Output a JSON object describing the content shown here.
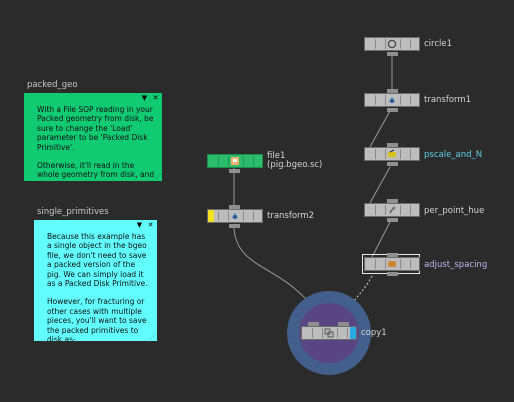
{
  "nodes": {
    "circle1": {
      "label": "circle1",
      "icon": "circle-icon"
    },
    "transform1": {
      "label": "transform1",
      "icon": "transform-icon"
    },
    "pscale_and_n": {
      "label": "pscale_and_N",
      "icon": "wrangle-icon"
    },
    "per_point_hue": {
      "label": "per_point_hue",
      "icon": "wrangle-icon"
    },
    "adjust_spacing": {
      "label": "adjust_spacing",
      "icon": "hda-icon"
    },
    "file1": {
      "label": "file1",
      "sublabel": "(pig.bgeo.sc)",
      "icon": "file-icon"
    },
    "transform2": {
      "label": "transform2",
      "icon": "transform-icon"
    },
    "copy1": {
      "label": "copy1",
      "icon": "copy-icon"
    }
  },
  "stickies": {
    "packed_geo": {
      "title": "packed_geo",
      "paragraph1": "With a File SOP reading in your Packed geometry from disk, be sure to change the 'Load' parameter to be 'Packed Disk Primitive'.",
      "paragraph2": "Otherwise, it'll read in the whole geometry from disk, and save..."
    },
    "single_primitives": {
      "title": "single_primitives",
      "paragraph1": "Because this example has a single object in the bgeo file, we don't need to save a packed version of the pig. We can simply load it as a Packed Disk Primitive.",
      "paragraph2": "However, for fracturing or other cases with multiple pieces, you'll want to save the packed primitives to disk as-..."
    }
  },
  "colors": {
    "background": "#2b2b2b",
    "node_body": "#bdbdbd",
    "file_node": "#2bbd6b",
    "display_flag": "#f2e321",
    "copy_render_flag": "#29a9e8",
    "sticky_green": "#11cb73",
    "sticky_cyan": "#62feff",
    "label_cyan": "#5ecfe8"
  }
}
